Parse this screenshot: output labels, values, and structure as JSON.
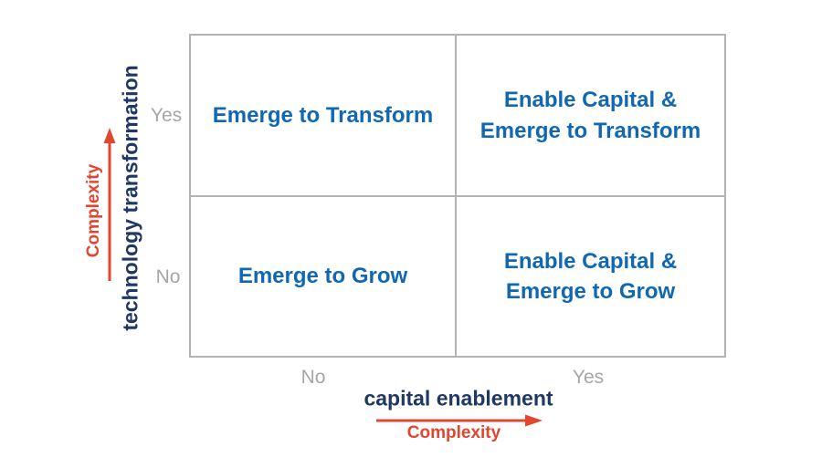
{
  "matrix": {
    "quadrants": {
      "top_left": {
        "label": "Emerge to Transform"
      },
      "top_right": {
        "label": "Enable Capital &\nEmerge to Transform"
      },
      "bottom_left": {
        "label": "Emerge to Grow"
      },
      "bottom_right": {
        "label": "Enable Capital &\nEmerge to Grow"
      }
    }
  },
  "y_axis": {
    "title": "technology transformation",
    "arrow_label": "Complexity",
    "arrow_direction": "up",
    "tick_top": "Yes",
    "tick_bottom": "No"
  },
  "x_axis": {
    "title": "capital enablement",
    "arrow_label": "Complexity",
    "arrow_direction": "right",
    "tick_left": "No",
    "tick_right": "Yes"
  },
  "colors": {
    "quadrant-text": "#1168b2",
    "axis-title": "#1f3864",
    "accent-red": "#e2462f",
    "tick-gray": "#a6a6a6",
    "grid-line": "#b3b3b3"
  }
}
